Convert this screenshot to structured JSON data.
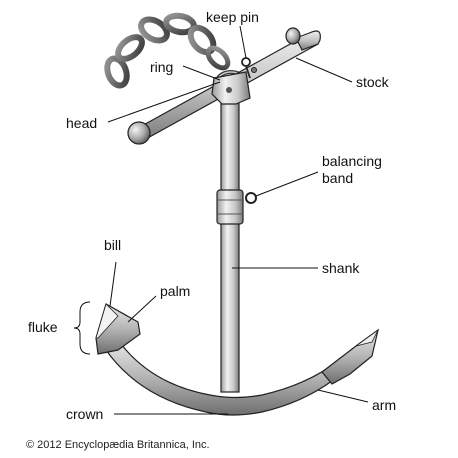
{
  "labels": {
    "keep_pin": "keep pin",
    "ring": "ring",
    "stock": "stock",
    "head": "head",
    "balancing_band_line1": "balancing",
    "balancing_band_line2": "band",
    "shank": "shank",
    "bill": "bill",
    "palm": "palm",
    "fluke": "fluke",
    "arm": "arm",
    "crown": "crown"
  },
  "copyright": "© 2012 Encyclopædia Britannica, Inc.",
  "colors": {
    "metal_light": "#e4e4e4",
    "metal_mid": "#b8b8b8",
    "metal_dark": "#6a6a6a",
    "outline": "#222222",
    "text": "#111111"
  }
}
